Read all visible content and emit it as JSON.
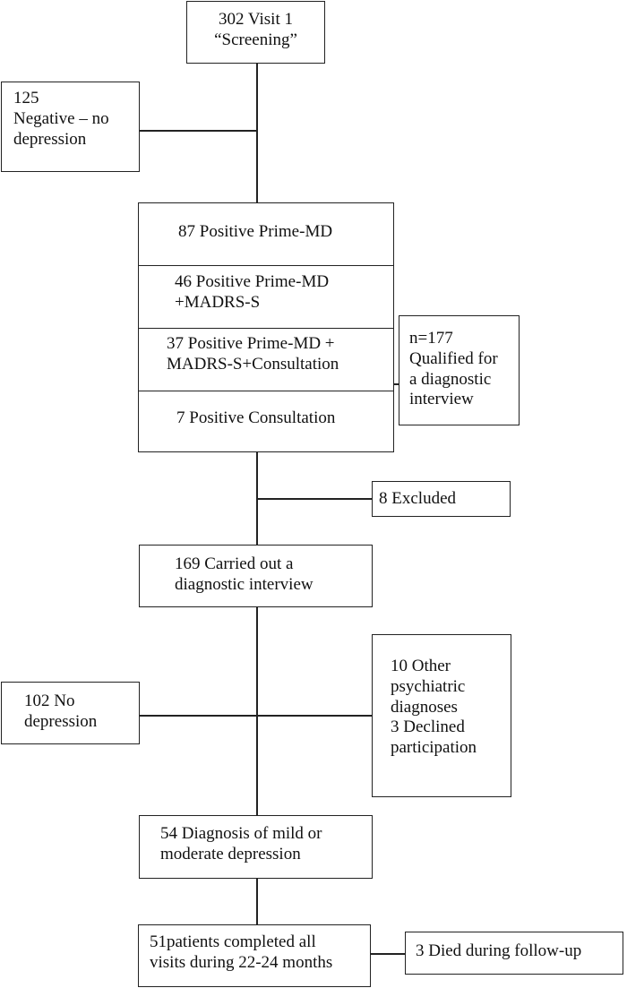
{
  "flowchart": {
    "screening": "302 Visit 1\n“Screening”",
    "negative": "125\nNegative – no\ndepression",
    "positives": [
      "87 Positive Prime-MD",
      "46 Positive Prime-MD\n+MADRS-S",
      "37 Positive Prime-MD +\nMADRS-S+Consultation",
      "7 Positive Consultation"
    ],
    "qualified": "n=177\nQualified for\na diagnostic\ninterview",
    "excluded": "8 Excluded",
    "interview": "169 Carried out a\ndiagnostic interview",
    "no_depression": "102 No\ndepression",
    "other": "10 Other\npsychiatric\ndiagnoses\n3 Declined\nparticipation",
    "diagnosis": "54 Diagnosis of mild or\nmoderate depression",
    "completed": "51patients completed all\nvisits during 22-24 months",
    "died": "3 Died during follow-up"
  }
}
